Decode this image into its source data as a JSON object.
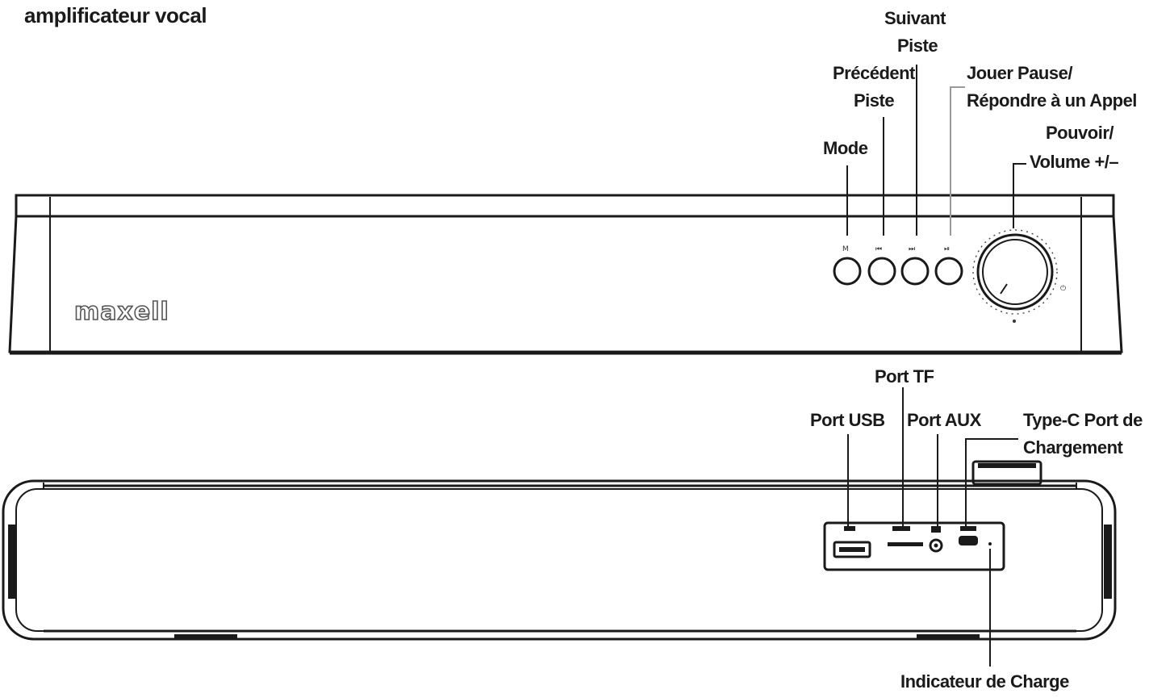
{
  "title": "amplificateur vocal",
  "brand": "maxell",
  "labels": {
    "suivant_l1": "Suivant",
    "suivant_l2": "Piste",
    "precedent_l1": "Précédent",
    "precedent_l2": "Piste",
    "jouer_l1": "Jouer Pause/",
    "jouer_l2": "Répondre à un Appel",
    "mode": "Mode",
    "pouvoir_l1": "Pouvoir/",
    "pouvoir_l2": "Volume +/–",
    "port_tf": "Port TF",
    "port_usb": "Port USB",
    "port_aux": "Port AUX",
    "typec_l1": "Type-C Port de",
    "typec_l2": "Chargement",
    "indicateur": "Indicateur de Charge"
  },
  "icons": {
    "mode": "mode-icon",
    "previous": "previous-track-icon",
    "next": "next-track-icon",
    "play_pause": "play-pause-icon",
    "knob": "power-volume-knob"
  }
}
